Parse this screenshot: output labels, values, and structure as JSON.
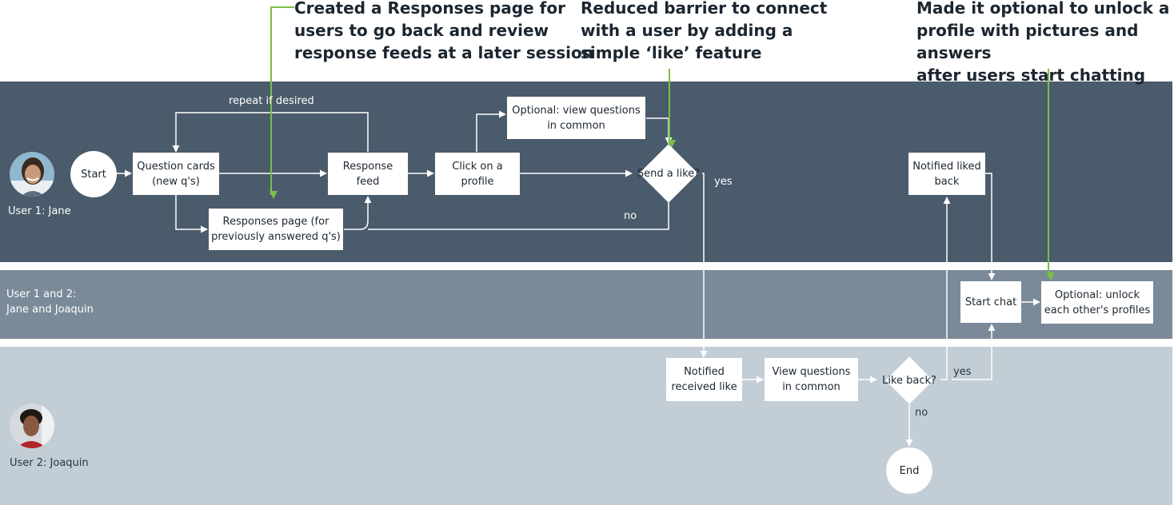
{
  "annotations": {
    "responses": "Created a Responses page for\nusers to go back and review\nresponse feeds at a later session",
    "like": "Reduced barrier to connect\nwith a user by adding a\nsimple ‘like’ feature",
    "unlock": "Made it optional to unlock a\nprofile with pictures and answers\nafter users start chatting"
  },
  "lanes": {
    "user1": "User 1: Jane",
    "both": "User 1 and 2:\nJane and Joaquin",
    "user2": "User 2: Joaquin"
  },
  "nodes": {
    "start": "Start",
    "question_cards": "Question cards\n(new q's)",
    "responses_page": "Responses page (for\npreviously answered q's)",
    "response_feed": "Response\nfeed",
    "click_profile": "Click on a\nprofile",
    "view_common_optional": "Optional: view questions\nin common",
    "send_like": "Send a like?",
    "notified_liked_back": "Notified liked\nback",
    "start_chat": "Start chat",
    "unlock_profiles": "Optional: unlock\neach other's profiles",
    "notified_received": "Notified\nreceived like",
    "view_common": "View questions\nin common",
    "like_back": "Like back?",
    "end": "End"
  },
  "edge_labels": {
    "repeat": "repeat if desired",
    "no1": "no",
    "yes1": "yes",
    "yes2": "yes",
    "no2": "no"
  },
  "colors": {
    "lane1": "#4a5b6b",
    "lane2": "#7a8a99",
    "lane3": "#c2cdd6",
    "accent_green": "#7bbf45",
    "connector": "#ffffff"
  }
}
